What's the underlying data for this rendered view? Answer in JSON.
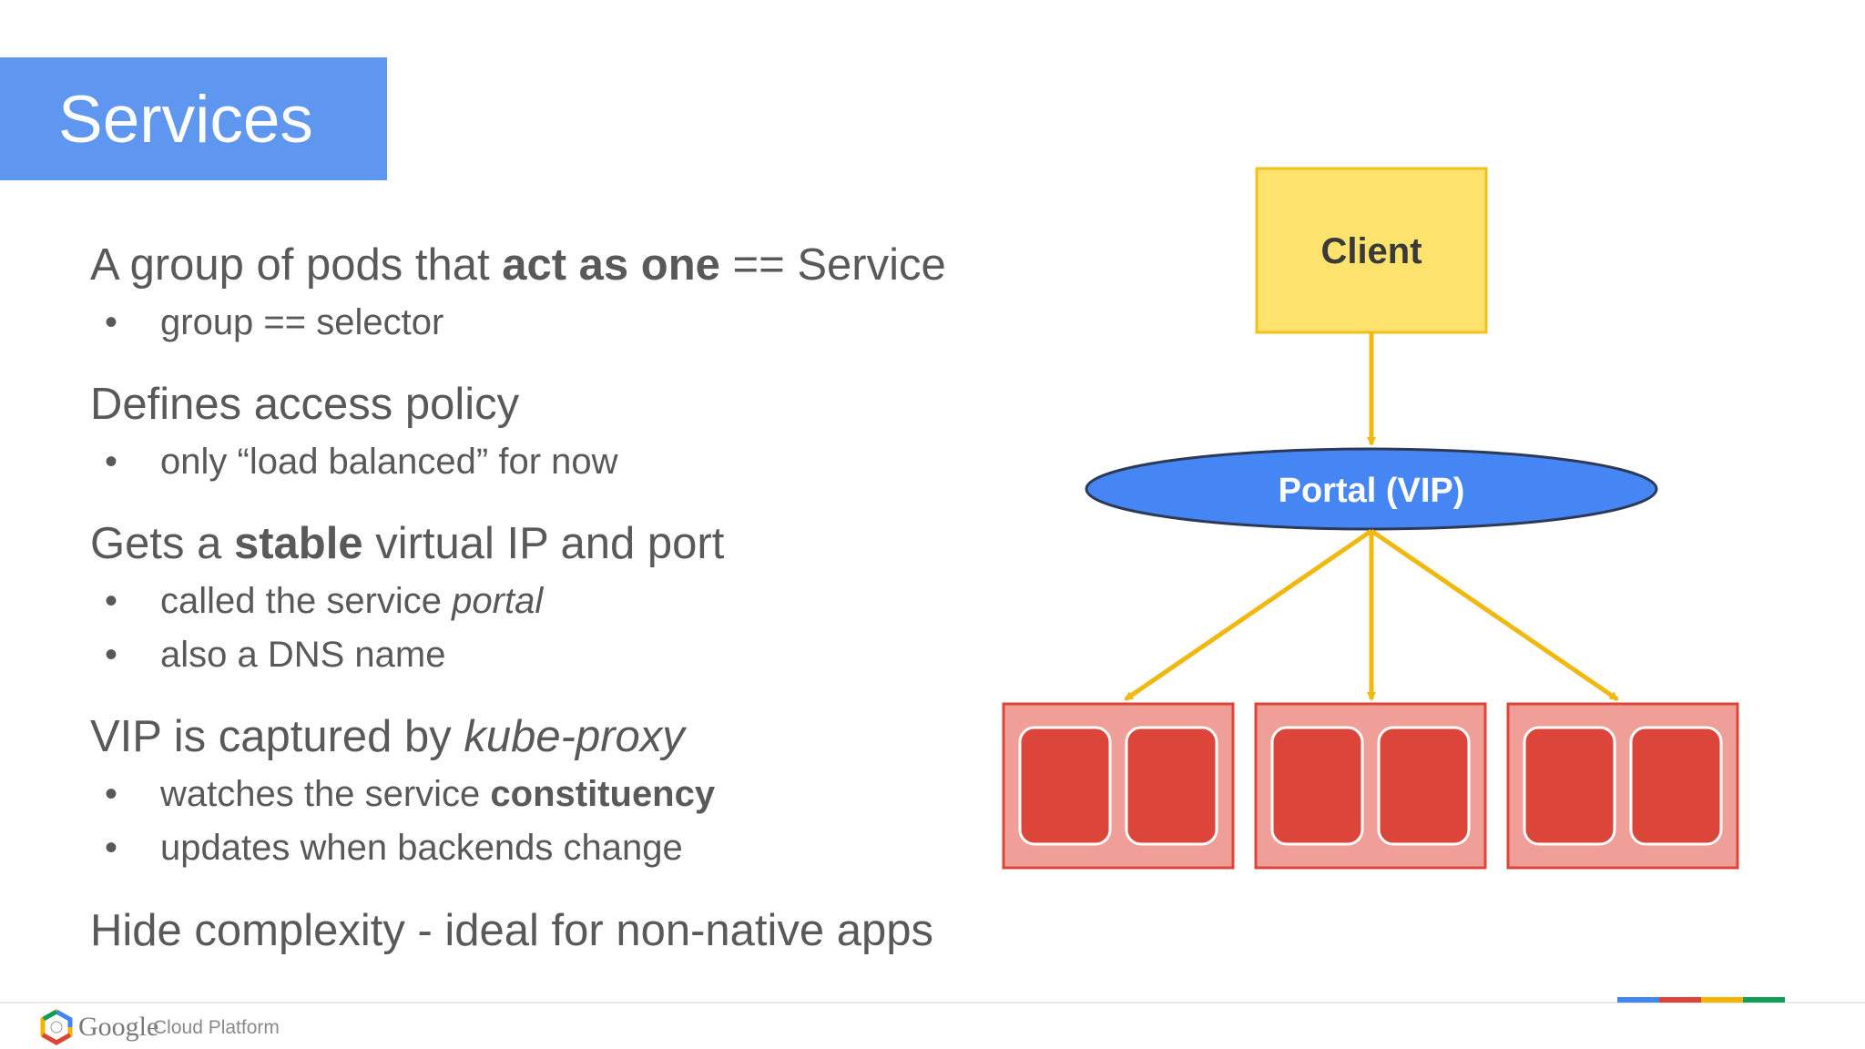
{
  "slide": {
    "title": "Services"
  },
  "bullets": [
    {
      "heading_parts": [
        {
          "text": "A group of pods that ",
          "style": "normal"
        },
        {
          "text": "act as one",
          "style": "bold"
        },
        {
          "text": " == Service",
          "style": "normal"
        }
      ],
      "subs": [
        [
          {
            "text": "group == selector",
            "style": "normal"
          }
        ]
      ]
    },
    {
      "heading_parts": [
        {
          "text": "Defines access policy",
          "style": "normal"
        }
      ],
      "subs": [
        [
          {
            "text": "only “load balanced” for now",
            "style": "normal"
          }
        ]
      ]
    },
    {
      "heading_parts": [
        {
          "text": "Gets a ",
          "style": "normal"
        },
        {
          "text": "stable",
          "style": "bold"
        },
        {
          "text": " virtual IP and port",
          "style": "normal"
        }
      ],
      "subs": [
        [
          {
            "text": "called the service ",
            "style": "normal"
          },
          {
            "text": "portal",
            "style": "italic"
          }
        ],
        [
          {
            "text": "also a DNS name",
            "style": "normal"
          }
        ]
      ]
    },
    {
      "heading_parts": [
        {
          "text": "VIP is captured by ",
          "style": "normal"
        },
        {
          "text": "kube-proxy",
          "style": "italic"
        }
      ],
      "subs": [
        [
          {
            "text": "watches the service ",
            "style": "normal"
          },
          {
            "text": "constituency",
            "style": "bold"
          }
        ],
        [
          {
            "text": "updates when backends change",
            "style": "normal"
          }
        ]
      ]
    },
    {
      "heading_parts": [
        {
          "text": "Hide complexity - ideal for non-native apps",
          "style": "normal"
        }
      ],
      "subs": []
    }
  ],
  "bullet_glyph": "•",
  "diagram": {
    "client_label": "Client",
    "portal_label": "Portal (VIP)",
    "pod_groups": 3,
    "pods_per_group": 2,
    "colors": {
      "client_fill": "#fde26d",
      "client_stroke": "#f3c21a",
      "arrow": "#f1b810",
      "portal_fill": "#4586f4",
      "portal_stroke": "#2d3a55",
      "group_fill": "#ef9f98",
      "group_stroke": "#dc4539",
      "pod_fill": "#dc4539",
      "pod_stroke": "#ffffff"
    }
  },
  "footer": {
    "brand_google": "Google",
    "brand_product": "Cloud Platform",
    "logo_icon": "gcp-hexagon-icon",
    "strip_colors": [
      "#4285f4",
      "#db4437",
      "#f4b400",
      "#0f9d58"
    ]
  }
}
